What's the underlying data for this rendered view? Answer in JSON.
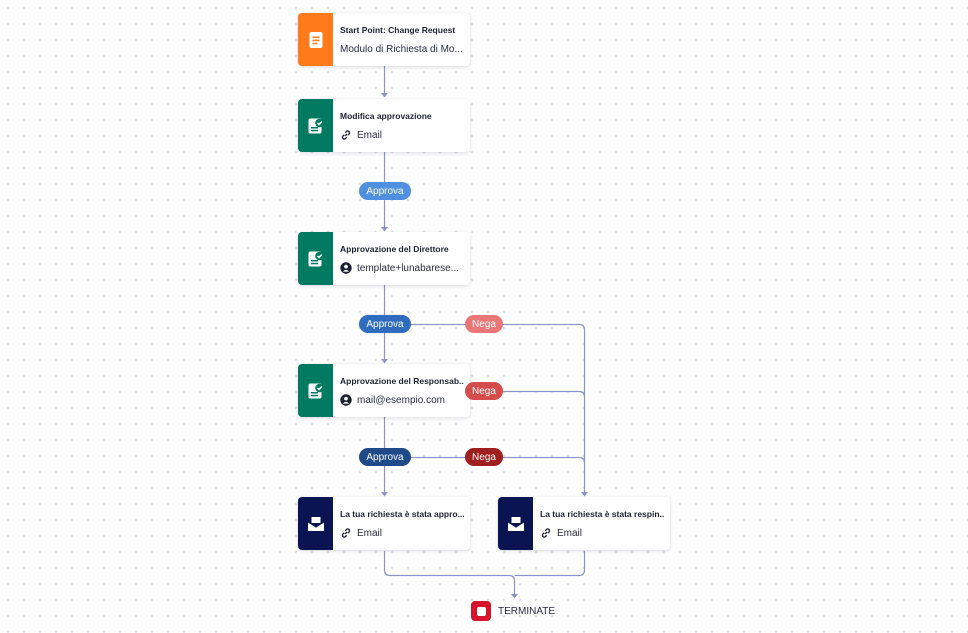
{
  "colors": {
    "connector": "#8c93c9",
    "form": "#ff7a1a",
    "approval": "#017a62",
    "email": "#0b1453",
    "terminate": "#d6132b",
    "approva_1": "#4f8fe0",
    "approva_2": "#2f6cbf",
    "approva_3": "#1f4a8a",
    "nega_1": "#e97777",
    "nega_2": "#d44c4c",
    "nega_3": "#9f1e1e"
  },
  "nodes": {
    "start": {
      "title": "Start Point: Change Request",
      "subtitle": "Modulo di Richiesta di Mo...",
      "icon": "form-icon",
      "sub_icon": ""
    },
    "modifica": {
      "title": "Modifica approvazione",
      "subtitle": "Email",
      "icon": "approval-icon",
      "sub_icon": "link-icon"
    },
    "direttore": {
      "title": "Approvazione del Direttore",
      "subtitle": "template+lunabarese...",
      "icon": "approval-icon",
      "sub_icon": "user-icon"
    },
    "responsabile": {
      "title": "Approvazione del Responsab...",
      "subtitle": "mail@esempio.com",
      "icon": "approval-icon",
      "sub_icon": "user-icon"
    },
    "approvata": {
      "title": "La tua richiesta è stata appro...",
      "subtitle": "Email",
      "icon": "email-icon",
      "sub_icon": "link-icon"
    },
    "respinta": {
      "title": "La tua richiesta è stata respin...",
      "subtitle": "Email",
      "icon": "email-icon",
      "sub_icon": "link-icon"
    }
  },
  "labels": {
    "approva_1": "Approva",
    "approva_2": "Approva",
    "nega_2": "Nega",
    "nega_1": "Nega",
    "approva_3": "Approva",
    "nega_3": "Nega"
  },
  "terminate": {
    "label": "TERMINATE",
    "icon": "stop-icon"
  }
}
